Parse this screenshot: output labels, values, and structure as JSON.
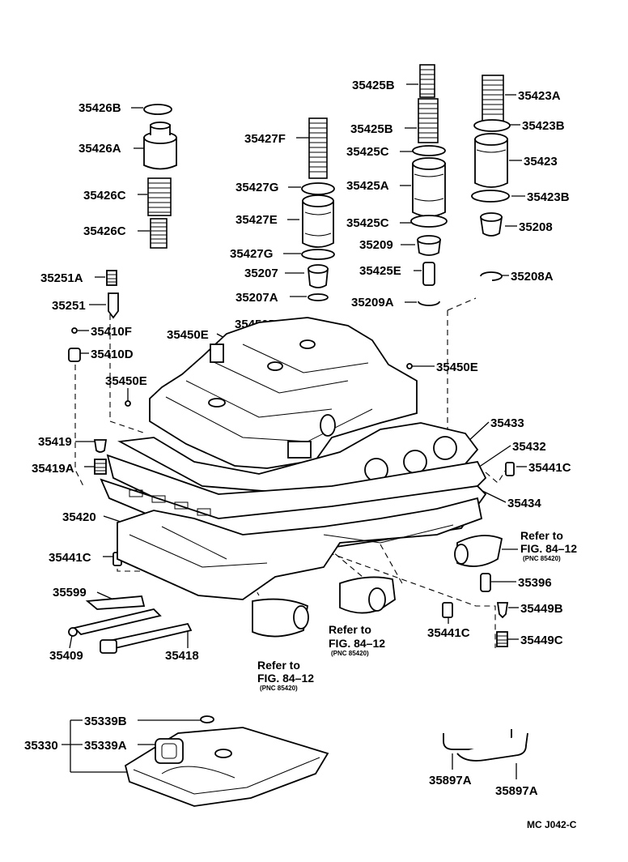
{
  "labels": {
    "p35426B": "35426B",
    "p35426A": "35426A",
    "p35426C_1": "35426C",
    "p35426C_2": "35426C",
    "p35427F": "35427F",
    "p35427G_1": "35427G",
    "p35427E": "35427E",
    "p35427G_2": "35427G",
    "p35207": "35207",
    "p35207A": "35207A",
    "p35425B_1": "35425B",
    "p35425B_2": "35425B",
    "p35425C_1": "35425C",
    "p35425A": "35425A",
    "p35425C_2": "35425C",
    "p35209": "35209",
    "p35425E": "35425E",
    "p35209A": "35209A",
    "p35423A": "35423A",
    "p35423B_1": "35423B",
    "p35423": "35423",
    "p35423B_2": "35423B",
    "p35208": "35208",
    "p35208A": "35208A",
    "p35251A": "35251A",
    "p35251": "35251",
    "p35410F": "35410F",
    "p35410D": "35410D",
    "p35450E_1": "35450E",
    "p35450D": "35450D",
    "p35450E_2": "35450E",
    "p35450E_3": "35450E",
    "p35419": "35419",
    "p35419A": "35419A",
    "p35433": "35433",
    "p35432": "35432",
    "p35441C_1": "35441C",
    "p35434": "35434",
    "p35420": "35420",
    "p35441C_2": "35441C",
    "p35396": "35396",
    "p35449B": "35449B",
    "p35449C": "35449C",
    "p35441C_3": "35441C",
    "p35599": "35599",
    "p35409": "35409",
    "p35418": "35418",
    "p35339B": "35339B",
    "p35330": "35330",
    "p35339A": "35339A",
    "p35897A_1": "35897A",
    "p35897A_2": "35897A"
  },
  "references": [
    {
      "line1": "Refer to",
      "line2": "FIG. 84–12",
      "pnc": "(PNC 85420)"
    },
    {
      "line1": "Refer to",
      "line2": "FIG. 84–12",
      "pnc": "(PNC 85420)"
    },
    {
      "line1": "Refer to",
      "line2": "FIG. 84–12",
      "pnc": "(PNC 85420)"
    }
  ],
  "figure_code": "MC J042-C"
}
